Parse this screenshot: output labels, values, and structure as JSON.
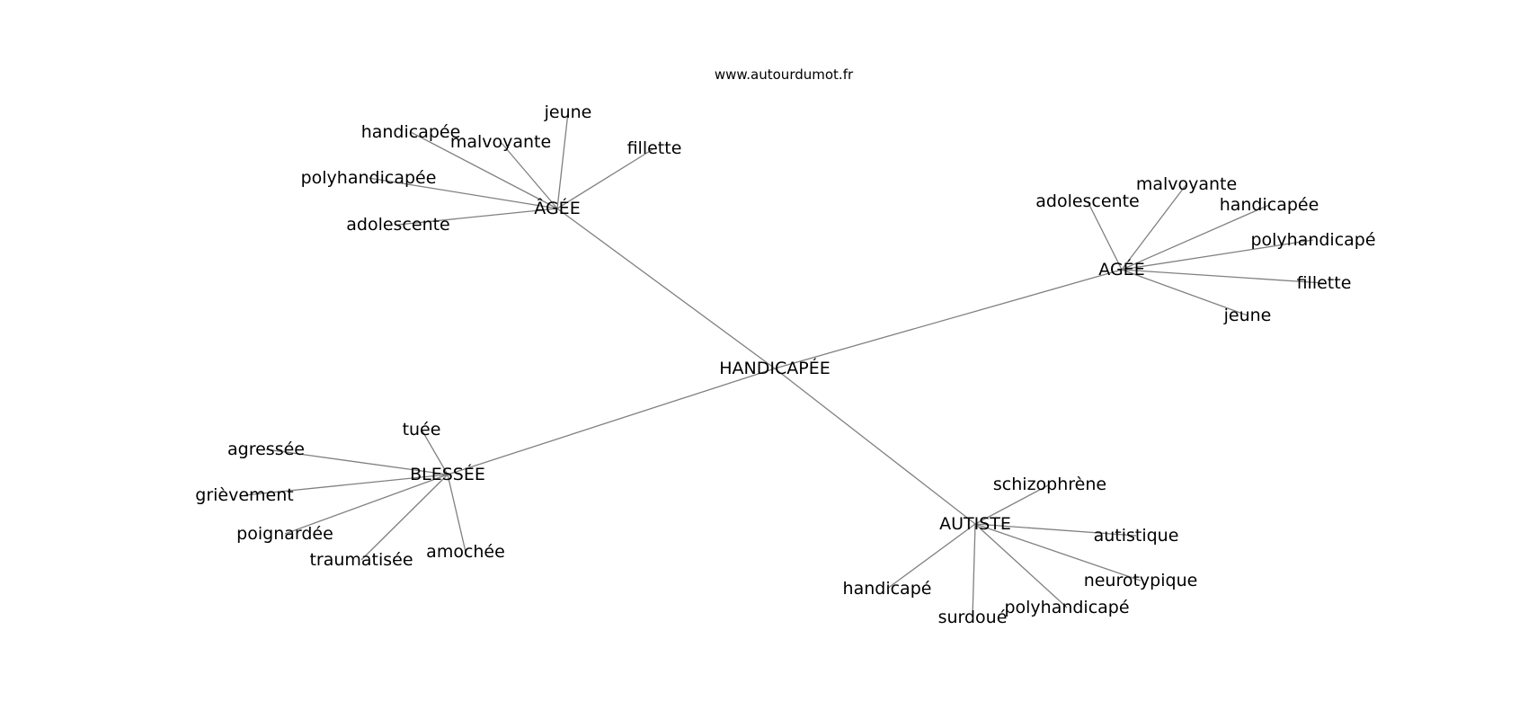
{
  "site": "www.autourdumot.fr",
  "colors": {
    "edge": "#808080",
    "text": "#000000",
    "background": "#ffffff"
  },
  "center": {
    "id": "handicapee",
    "label": "HANDICAPÉE"
  },
  "groups": [
    {
      "id": "agee-1",
      "label": "ÂGÉE",
      "words": [
        {
          "id": "jeune",
          "label": "jeune"
        },
        {
          "id": "handicapee",
          "label": "handicapée"
        },
        {
          "id": "malvoyante",
          "label": "malvoyante"
        },
        {
          "id": "fillette",
          "label": "fillette"
        },
        {
          "id": "polyhandicapee",
          "label": "polyhandicapée"
        },
        {
          "id": "adolescente",
          "label": "adolescente"
        }
      ]
    },
    {
      "id": "agee-2",
      "label": "AGÉE",
      "words": [
        {
          "id": "malvoyante",
          "label": "malvoyante"
        },
        {
          "id": "adolescente",
          "label": "adolescente"
        },
        {
          "id": "handicapee",
          "label": "handicapée"
        },
        {
          "id": "polyhandicape",
          "label": "polyhandicapé"
        },
        {
          "id": "fillette",
          "label": "fillette"
        },
        {
          "id": "jeune",
          "label": "jeune"
        }
      ]
    },
    {
      "id": "blessee",
      "label": "BLESSÉE",
      "words": [
        {
          "id": "tuee",
          "label": "tuée"
        },
        {
          "id": "agressee",
          "label": "agressée"
        },
        {
          "id": "grievement",
          "label": "grièvement"
        },
        {
          "id": "poignardee",
          "label": "poignardée"
        },
        {
          "id": "traumatisee",
          "label": "traumatisée"
        },
        {
          "id": "amochee",
          "label": "amochée"
        }
      ]
    },
    {
      "id": "autiste",
      "label": "AUTISTE",
      "words": [
        {
          "id": "schizophrene",
          "label": "schizophrène"
        },
        {
          "id": "autistique",
          "label": "autistique"
        },
        {
          "id": "neurotypique",
          "label": "neurotypique"
        },
        {
          "id": "handicape",
          "label": "handicapé"
        },
        {
          "id": "polyhandicape",
          "label": "polyhandicapé"
        },
        {
          "id": "surdoue",
          "label": "surdoué"
        }
      ]
    }
  ]
}
